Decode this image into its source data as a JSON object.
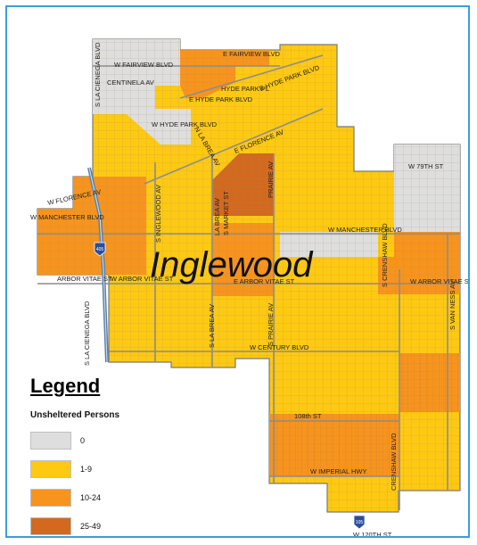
{
  "city_label": "Inglewood",
  "legend": {
    "title": "Legend",
    "subtitle": "Unsheltered Persons",
    "items": [
      {
        "label": "0",
        "color": "#dedede"
      },
      {
        "label": "1-9",
        "color": "#fdc913"
      },
      {
        "label": "10-24",
        "color": "#f7941d"
      },
      {
        "label": "25-49",
        "color": "#d2691e"
      }
    ]
  },
  "highway_shields": [
    "405",
    "105"
  ],
  "streets": {
    "la_cienega_top": "S LA CIENEGA BLVD",
    "fairview_w": "W FAIRVIEW BLVD",
    "fairview_e": "E FAIRVIEW BLVD",
    "centinela": "CENTINELA AV",
    "hyde_park_e": "E HYDE PARK BLVD",
    "hyde_park_pl": "HYDE PARK PL",
    "e_hyde_park": "E HYDE PARK BLVD",
    "w_hyde_park": "W HYDE PARK BLVD",
    "n_la_brea": "N LA BREA AV",
    "e_florence": "E FLORENCE AV",
    "w_79th": "W 79TH ST",
    "w_florence": "W FLORENCE AV",
    "s_inglewood": "S INGLEWOOD AV",
    "la_brea": "LA BREA AV",
    "s_market": "S MARKET ST",
    "prairie": "PRAIRIE AV",
    "w_manchester_w": "W MANCHESTER BLVD",
    "w_manchester_e": "W MANCHESTER BLVD",
    "arbor_vitae_1": "ARBOR VITAE ST",
    "w_arbor_vitae_1": "W ARBOR VITAE ST",
    "e_arbor_vitae": "E ARBOR VITAE ST",
    "s_crenshaw": "S CRENSHAW BLVD",
    "w_arbor_vitae_2": "W ARBOR VITAE ST",
    "s_van_ness": "S VAN NESS AV",
    "s_la_cienega_bottom": "S LA CIENEGA BLVD",
    "s_la_brea": "S LA BREA AV",
    "s_prairie": "S PRAIRIE AV",
    "w_century": "W CENTURY BLVD",
    "st_108": "108th ST",
    "w_imperial": "W IMPERIAL HWY",
    "crenshaw": "CRENSHAW BLVD",
    "w_120th": "W 120TH ST"
  }
}
